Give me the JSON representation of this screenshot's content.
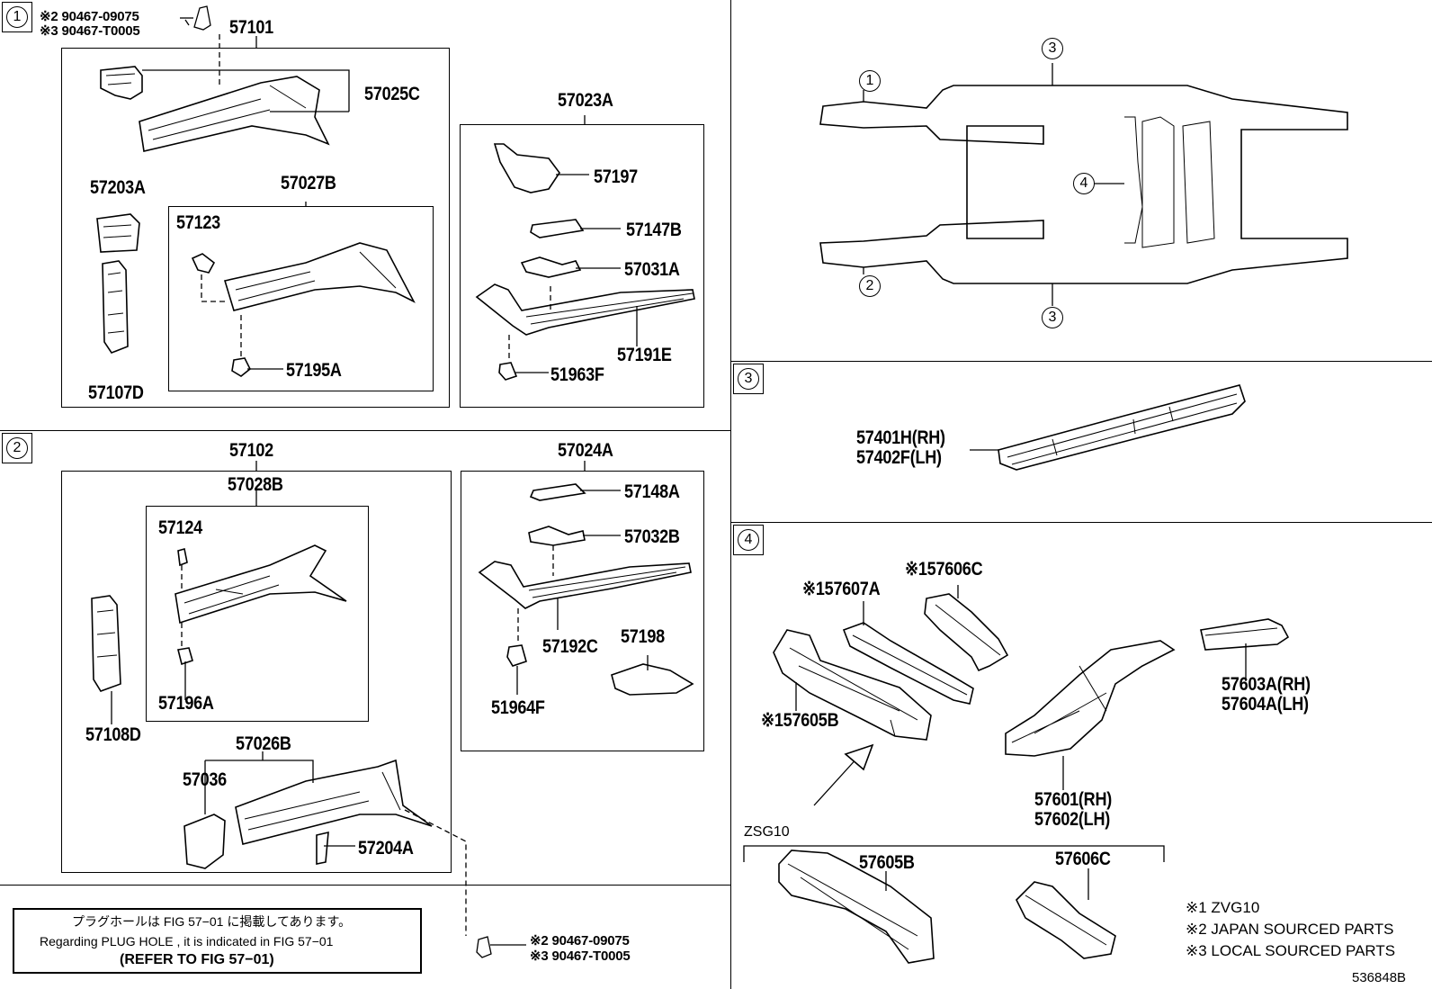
{
  "sections": {
    "s1": {
      "num": "1"
    },
    "s2": {
      "num": "2"
    },
    "s3": {
      "num": "3"
    },
    "s4": {
      "num": "4"
    }
  },
  "overview": {
    "c1": "1",
    "c2": "2",
    "c3a": "3",
    "c3b": "3",
    "c4": "4"
  },
  "labels": {
    "p57101": "57101",
    "p57025C": "57025C",
    "p57203A": "57203A",
    "p57027B": "57027B",
    "p57123": "57123",
    "p57195A": "57195A",
    "p57107D": "57107D",
    "p57023A": "57023A",
    "p57197": "57197",
    "p57147B": "57147B",
    "p57031A": "57031A",
    "p57191E": "57191E",
    "p51963F": "51963F",
    "p57102": "57102",
    "p57028B": "57028B",
    "p57124": "57124",
    "p57196A": "57196A",
    "p57108D": "57108D",
    "p57026B": "57026B",
    "p57036": "57036",
    "p57204A": "57204A",
    "p57024A": "57024A",
    "p57148A": "57148A",
    "p57032B": "57032B",
    "p57192C": "57192C",
    "p57198": "57198",
    "p51964F": "51964F",
    "p57401H": "57401H(RH)",
    "p57402F": "57402F(LH)",
    "p57607A": "※157607A",
    "p57606C_top": "※157606C",
    "p57605B_top": "※157605B",
    "p57603A": "57603A(RH)",
    "p57604A": "57604A(LH)",
    "p57601": "57601(RH)",
    "p57602": "57602(LH)",
    "p57605B": "57605B",
    "p57606C": "57606C"
  },
  "fasteners": {
    "top_a": "※2 90467-09075",
    "top_b": "※3 90467-T0005",
    "bot_a": "※2 90467-09075",
    "bot_b": "※3 90467-T0005"
  },
  "variant_label": "ZSG10",
  "notes": {
    "n1": "※1 ZVG10",
    "n2": "※2 JAPAN SOURCED PARTS",
    "n3": "※3 LOCAL SOURCED PARTS"
  },
  "plug_note": {
    "jp": "プラグホールは FIG 57−01 に掲載してあります。",
    "en": "Regarding  PLUG HOLE , it is indicated in FIG 57−01",
    "ref": "(REFER TO FIG 57−01)"
  },
  "figure_id": "536848B"
}
